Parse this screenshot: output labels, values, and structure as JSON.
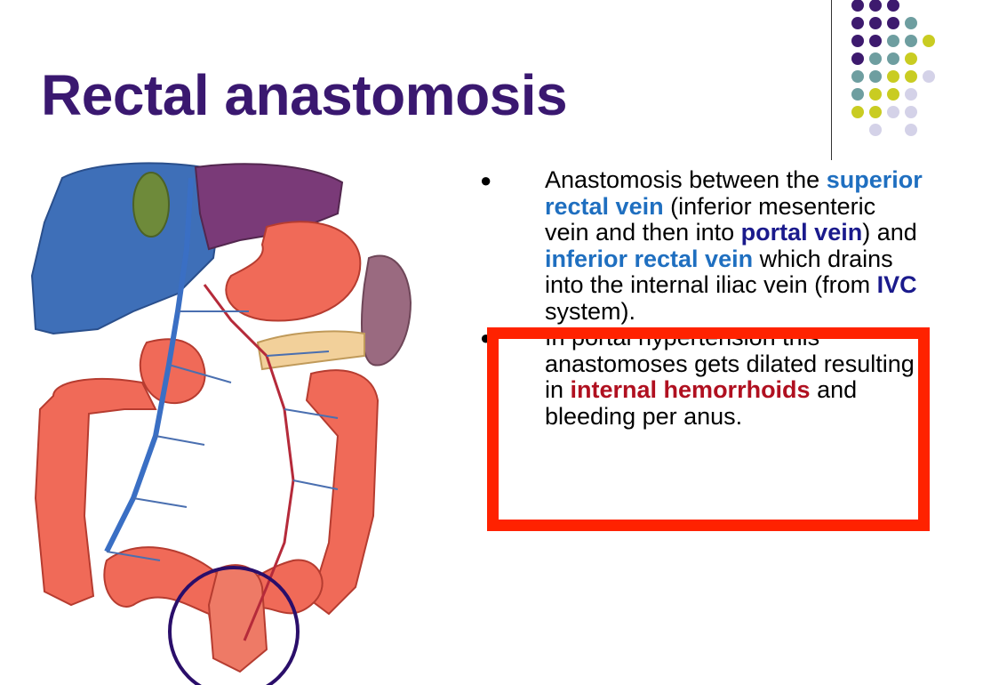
{
  "slide": {
    "title": "Rectal anastomosis"
  },
  "colors": {
    "title": "#3a1870",
    "vein_blue": "#1f6fc0",
    "portal_blue": "#1a1a8c",
    "hemorrhoid_red": "#b01020",
    "callout_border": "#ff2200",
    "dot_purple": "#3d1a6e",
    "dot_teal": "#6e9ea0",
    "dot_yellow": "#c9cc22",
    "dot_lavender": "#d4d2e8"
  },
  "bullets": [
    {
      "segments": [
        {
          "text": "Anastomosis between the ",
          "style": "plain"
        },
        {
          "text": "superior rectal vein",
          "style": "vein_blue"
        },
        {
          "text": " (inferior mesenteric vein and then into ",
          "style": "plain"
        },
        {
          "text": "portal vein",
          "style": "portal_blue"
        },
        {
          "text": ") and ",
          "style": "plain"
        },
        {
          "text": "inferior rectal vein",
          "style": "vein_blue"
        },
        {
          "text": " which drains into the internal iliac vein (from ",
          "style": "plain"
        },
        {
          "text": "IVC",
          "style": "portal_blue"
        },
        {
          "text": " system).",
          "style": "plain"
        }
      ]
    },
    {
      "segments": [
        {
          "text": "In portal hypertension this anastomoses gets dilated resulting in ",
          "style": "plain"
        },
        {
          "text": "internal hemorrhoids",
          "style": "hemorrhoid_red"
        },
        {
          "text": " and bleeding per anus.",
          "style": "plain"
        }
      ]
    }
  ],
  "decoration": {
    "dot_grid": [
      [
        "purple",
        "purple",
        "purple",
        null,
        null
      ],
      [
        "purple",
        "purple",
        "purple",
        "teal",
        null
      ],
      [
        "purple",
        "purple",
        "teal",
        "teal",
        "yellow"
      ],
      [
        "purple",
        "teal",
        "teal",
        "yellow",
        null
      ],
      [
        "teal",
        "teal",
        "yellow",
        "yellow",
        "lavender"
      ],
      [
        "teal",
        "yellow",
        "yellow",
        "lavender",
        null
      ],
      [
        "yellow",
        "yellow",
        "lavender",
        "lavender",
        null
      ],
      [
        null,
        "lavender",
        null,
        "lavender",
        null
      ]
    ]
  },
  "illustration": {
    "subject": "abdominal organs with portal venous system"
  }
}
